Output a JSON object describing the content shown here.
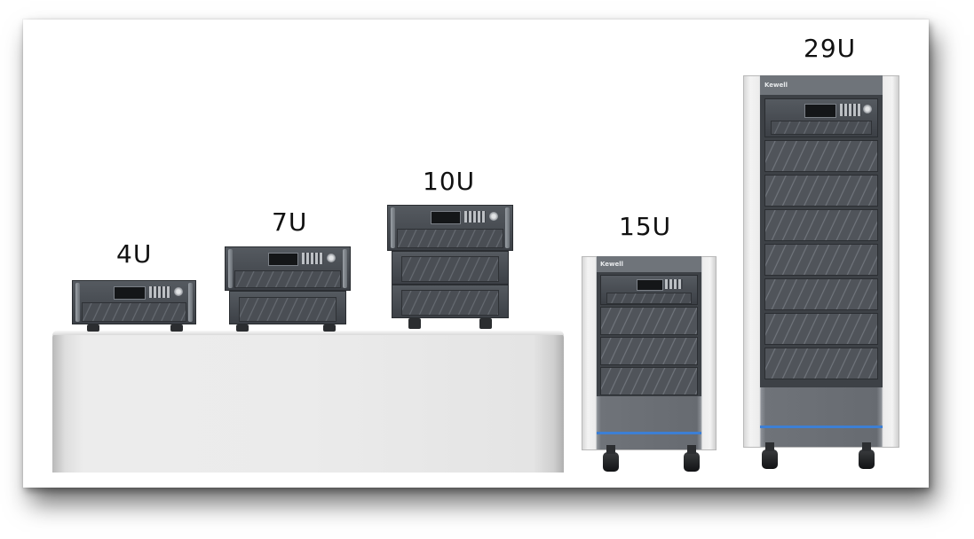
{
  "products": [
    {
      "id": "4u",
      "label": "4U"
    },
    {
      "id": "7u",
      "label": "7U"
    },
    {
      "id": "10u",
      "label": "10U"
    },
    {
      "id": "15u",
      "label": "15U",
      "brand": "Kewell"
    },
    {
      "id": "29u",
      "label": "29U",
      "brand": "Kewell"
    }
  ],
  "colors": {
    "chassis": "#474b51",
    "accent_strip": "#3d7fd4",
    "pedestal": "#ebebeb"
  }
}
